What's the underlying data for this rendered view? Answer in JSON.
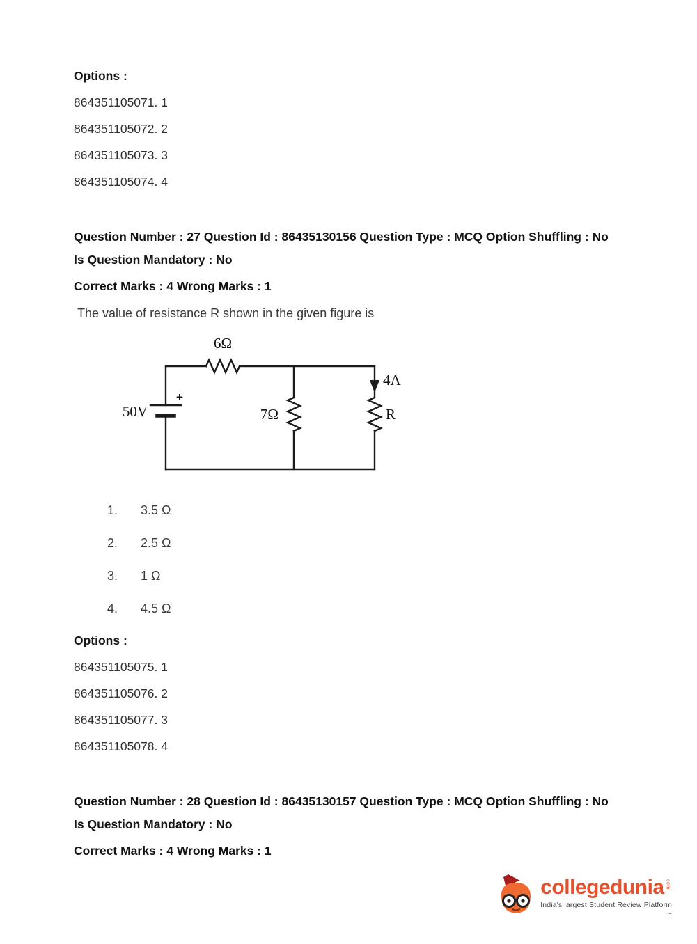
{
  "prev_options": {
    "label": "Options :",
    "ids": [
      "864351105071. 1",
      "864351105072. 2",
      "864351105073. 3",
      "864351105074. 4"
    ]
  },
  "question27": {
    "header": "Question Number : 27 Question Id : 86435130156 Question Type : MCQ Option Shuffling : No",
    "mandatory": "Is Question Mandatory : No",
    "marks": "Correct Marks : 4 Wrong Marks : 1",
    "text": "The value of resistance R shown in the given figure is",
    "circuit": {
      "top_resistor": "6Ω",
      "parallel_resistor": "7Ω",
      "right_resistor": "R",
      "source_voltage": "50V",
      "current": "4A",
      "plus": "+"
    },
    "choices": [
      {
        "num": "1.",
        "text": "3.5 Ω"
      },
      {
        "num": "2.",
        "text": "2.5 Ω"
      },
      {
        "num": "3.",
        "text": "1 Ω"
      },
      {
        "num": "4.",
        "text": "4.5 Ω"
      }
    ],
    "options_label": "Options :",
    "option_ids": [
      "864351105075. 1",
      "864351105076. 2",
      "864351105077. 3",
      "864351105078. 4"
    ]
  },
  "question28": {
    "header": "Question Number : 28 Question Id : 86435130157 Question Type : MCQ Option Shuffling : No",
    "mandatory": "Is Question Mandatory : No",
    "marks": "Correct Marks : 4 Wrong Marks : 1"
  },
  "footer": {
    "brand": "collegedunia",
    "brand_suffix": "com",
    "tagline": "India's largest Student Review Platform",
    "squiggle": "~",
    "brand_color": "#e4512c"
  }
}
